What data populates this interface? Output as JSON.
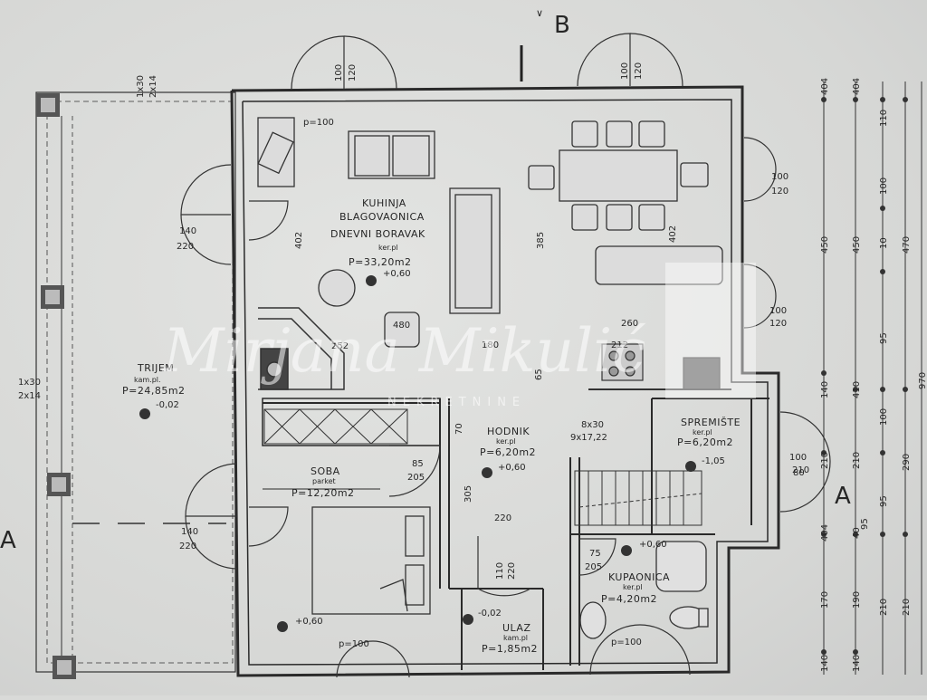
{
  "markers": {
    "section_a": "A",
    "section_b": "B"
  },
  "rooms": {
    "living": {
      "l1": "KUHINJA",
      "l2": "BLAGOVAONICA",
      "l3": "DNEVNI BORAVAK",
      "sub": "ker.pl",
      "area": "P=33,20m2",
      "level": "+0,60"
    },
    "trijem": {
      "l1": "TRIJEM",
      "sub": "kam.pl.",
      "area": "P=24,85m2",
      "level": "-0,02"
    },
    "soba": {
      "l1": "SOBA",
      "sub": "parket",
      "area": "P=12,20m2",
      "level": "+0,60"
    },
    "hodnik": {
      "l1": "HODNIK",
      "sub": "ker.pl",
      "area": "P=6,20m2",
      "level": "+0,60"
    },
    "spremiste": {
      "l1": "SPREMIŠTE",
      "sub": "ker.pl",
      "area": "P=6,20m2",
      "level": "-1,05"
    },
    "kupaonica": {
      "l1": "KUPAONICA",
      "sub": "ker.pl",
      "area": "P=4,20m2",
      "level": "+0,60"
    },
    "ulaz": {
      "l1": "ULAZ",
      "sub": "kam.pl",
      "area": "P=1,85m2",
      "level": "-0,02"
    }
  },
  "dims": {
    "top_door_left": "100",
    "top_door_left_b": "120",
    "top_door_right": "100",
    "top_door_right_b": "120",
    "win_left_top_a": "140",
    "win_left_top_b": "220",
    "win_left_bot_a": "140",
    "win_left_bot_b": "220",
    "win_right_a1": "100",
    "win_right_b1": "120",
    "win_right_a2": "100",
    "win_right_b2": "120",
    "win_right_a3": "100",
    "win_right_b3": "210",
    "col_left": "1x30",
    "col_left_b": "2x14",
    "col_top": "1x30",
    "col_top_b": "2x14",
    "d402": "402",
    "d385": "385",
    "d402b": "402",
    "d260": "260",
    "d252": "252",
    "d180": "180",
    "d212": "212",
    "d480": "480",
    "d85": "85",
    "d205": "205",
    "d305": "305",
    "d220": "220",
    "d110": "110",
    "d220b": "220",
    "d75": "75",
    "d205b": "205",
    "p100a": "p=100",
    "p100b": "p=100",
    "p100c": "p=100",
    "stair": "8x30",
    "stair_b": "9x17,22",
    "d65": "65",
    "d70": "70",
    "d95": "95",
    "d80": "80"
  },
  "right_dims": {
    "c1": [
      "404",
      "450",
      "140",
      "210",
      "404",
      "170",
      "140"
    ],
    "c2": [
      "404",
      "450",
      "410",
      "210",
      "40",
      "190",
      "140"
    ],
    "c3": [
      "110",
      "100",
      "10",
      "95",
      "100",
      "95",
      "210"
    ],
    "c4": [
      "470",
      "290",
      "210"
    ],
    "c5": [
      "970"
    ]
  },
  "watermark": {
    "name": "Mirjana Mikulić",
    "sub": "NEKRETNINE"
  }
}
